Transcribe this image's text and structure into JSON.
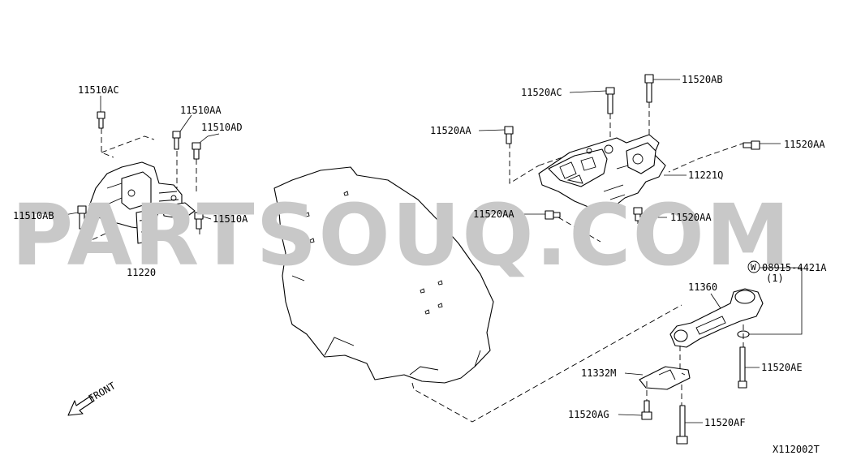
{
  "watermark": "PARTSOUQ.COM",
  "diagram_code": "X112002T",
  "front_indicator": "FRONT",
  "washer_symbol": "W",
  "callouts": {
    "p11510AC": "11510AC",
    "p11510AA": "11510AA",
    "p11510AD": "11510AD",
    "p11510AB": "11510AB",
    "p11510A": "11510A",
    "p11220": "11220",
    "p11520AC": "11520AC",
    "p11520AB": "11520AB",
    "p11520AA_left": "11520AA",
    "p11520AA_right": "11520AA",
    "p11221Q": "11221Q",
    "p11520AA_lower_left": "11520AA",
    "p11520AA_lower_right": "11520AA",
    "p08915": "08915-4421A",
    "p08915_qty": "(1)",
    "p11360": "11360",
    "p11332M": "11332M",
    "p11520AE": "11520AE",
    "p11520AG": "11520AG",
    "p11520AF": "11520AF"
  }
}
